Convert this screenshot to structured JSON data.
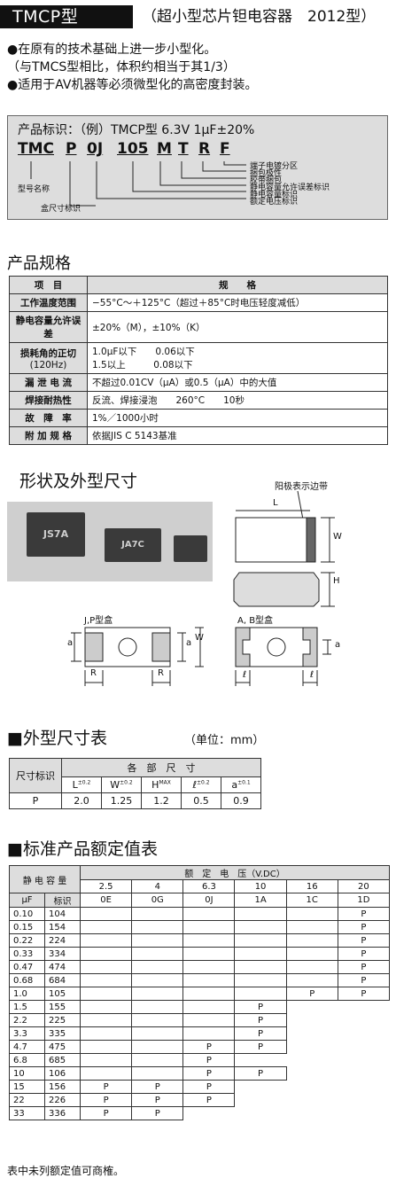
{
  "header": {
    "tag": "TMCP型",
    "subtitle": "（超小型芯片钽电容器　2012型）"
  },
  "bullets": [
    "●在原有的技术基础上进一步小型化。",
    "（与TMCS型相比，体积约相当于其1/3）",
    "●适用于AV机器等必须微型化的高密度封装。"
  ],
  "product_id": {
    "title": "产品标识：（例）TMCP型 6.3V 1μF±20%",
    "codes": [
      "TMC",
      "P",
      "0J",
      "105",
      "M",
      "T",
      "R",
      "F"
    ],
    "labels": [
      "端子电镀分区",
      "捆包极性",
      "胶带捆包",
      "静电容量允许误差标识",
      "静电容量标识",
      "额定电压标识"
    ],
    "model_name": "型号名称",
    "case_size": "盒尺寸标识"
  },
  "spec": {
    "title": "产品规格",
    "headers": [
      "项　目",
      "规　　格"
    ],
    "rows": [
      {
        "k": "工作温度范围",
        "v": [
          "−55°C～＋125°C（超过＋85°C时电压轻度减低）"
        ]
      },
      {
        "k": "静电容量允许误差",
        "v": [
          "±20%（M），±10%（K）"
        ]
      },
      {
        "k": "损耗角的正切",
        "k2": "(120Hz)",
        "v": [
          "1.0μF以下　　0.06以下",
          "1.5以上　　　0.08以下"
        ]
      },
      {
        "k": "漏 泄 电 流",
        "v": [
          "不超过0.01CV（μA）或0.5（μA）中的大值"
        ]
      },
      {
        "k": "焊接耐热性",
        "v": [
          "反流、焊接浸泡　　260°C　　10秒"
        ]
      },
      {
        "k": "故　障　率",
        "v": [
          "1%／1000小时"
        ]
      },
      {
        "k": "附 加 规 格",
        "v": [
          "依据JIS C 5143基准"
        ]
      }
    ]
  },
  "shape": {
    "title": "形状及外型尺寸",
    "chips": [
      "JS7A",
      "JA7C",
      ""
    ],
    "anode_band": "阳极表示边带",
    "jp_case": "J,P型盒",
    "ab_case": "A, B型盒",
    "dims": {
      "L": "L",
      "W": "W",
      "H": "H",
      "a": "a",
      "R": "R",
      "l": "ℓ"
    }
  },
  "dim_table": {
    "title": "■外型尺寸表",
    "unit": "（单位：mm）",
    "row_header": "尺寸标识",
    "group_header": "各　部　尺　寸",
    "cols": [
      {
        "n": "L",
        "s": "±0.2"
      },
      {
        "n": "W",
        "s": "±0.2"
      },
      {
        "n": "H",
        "s": "MAX"
      },
      {
        "n": "ℓ",
        "s": "±0.2"
      },
      {
        "n": "a",
        "s": "±0.1"
      }
    ],
    "row": {
      "id": "P",
      "vals": [
        "2.0",
        "1.25",
        "1.2",
        "0.5",
        "0.9"
      ]
    }
  },
  "rating": {
    "title": "■标准产品额定值表",
    "cap_header": "静 电 容 量",
    "volt_header": "额　定　电　压（V.DC）",
    "uf": "μF",
    "mark": "标识",
    "voltages": [
      "2.5",
      "4",
      "6.3",
      "10",
      "16",
      "20"
    ],
    "codes": [
      "0E",
      "0G",
      "0J",
      "1A",
      "1C",
      "1D"
    ],
    "rows": [
      {
        "uf": "0.10",
        "mk": "104",
        "c": [
          "",
          "",
          "",
          "",
          "",
          "P"
        ]
      },
      {
        "uf": "0.15",
        "mk": "154",
        "c": [
          "",
          "",
          "",
          "",
          "",
          "P"
        ]
      },
      {
        "uf": "0.22",
        "mk": "224",
        "c": [
          "",
          "",
          "",
          "",
          "",
          "P"
        ]
      },
      {
        "uf": "0.33",
        "mk": "334",
        "c": [
          "",
          "",
          "",
          "",
          "",
          "P"
        ]
      },
      {
        "uf": "0.47",
        "mk": "474",
        "c": [
          "",
          "",
          "",
          "",
          "",
          "P"
        ]
      },
      {
        "uf": "0.68",
        "mk": "684",
        "c": [
          "",
          "",
          "",
          "",
          "",
          "P"
        ]
      },
      {
        "uf": "1.0",
        "mk": "105",
        "c": [
          "",
          "",
          "",
          "",
          "P",
          "P"
        ]
      },
      {
        "uf": "1.5",
        "mk": "155",
        "c": [
          "",
          "",
          "",
          "P",
          null,
          null
        ]
      },
      {
        "uf": "2.2",
        "mk": "225",
        "c": [
          "",
          "",
          "",
          "P",
          null,
          null
        ]
      },
      {
        "uf": "3.3",
        "mk": "335",
        "c": [
          "",
          "",
          "",
          "P",
          null,
          null
        ]
      },
      {
        "uf": "4.7",
        "mk": "475",
        "c": [
          "",
          "",
          "P",
          "P",
          null,
          null
        ]
      },
      {
        "uf": "6.8",
        "mk": "685",
        "c": [
          "",
          "",
          "P",
          null,
          null,
          null
        ]
      },
      {
        "uf": "10",
        "mk": "106",
        "c": [
          "",
          "",
          "P",
          "P",
          null,
          null
        ]
      },
      {
        "uf": "15",
        "mk": "156",
        "c": [
          "P",
          "P",
          "P",
          null,
          null,
          null
        ]
      },
      {
        "uf": "22",
        "mk": "226",
        "c": [
          "P",
          "P",
          "P",
          null,
          null,
          null
        ]
      },
      {
        "uf": "33",
        "mk": "336",
        "c": [
          "P",
          "P",
          null,
          null,
          null,
          null
        ]
      }
    ]
  },
  "footnote": "表中未列额定值可商榷。"
}
